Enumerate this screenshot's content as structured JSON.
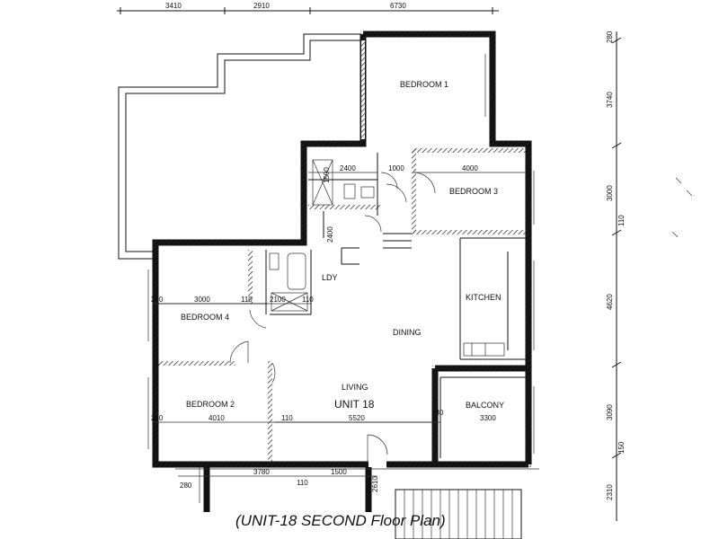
{
  "caption": "(UNIT-18 SECOND Floor Plan)",
  "unit_label": "UNIT 18",
  "rooms": {
    "bedroom1": "BEDROOM 1",
    "bedroom2": "BEDROOM 2",
    "bedroom3": "BEDROOM 3",
    "bedroom4": "BEDROOM 4",
    "kitchen": "KITCHEN",
    "dining": "DINING",
    "living": "LIVING",
    "balcony": "BALCONY",
    "laundry": "LDY"
  },
  "dims_top": [
    "3410",
    "2910",
    "6730"
  ],
  "dims_right": [
    "280",
    "3740",
    "3000",
    "110",
    "4620",
    "3090",
    "150",
    "2310"
  ],
  "dims_interior": {
    "bath_w": "2400",
    "bath_h": "1500",
    "ens_w": "1000",
    "bed3_w": "4000",
    "hall_h": "2400",
    "bed4_left": "280",
    "bed4_w": "3000",
    "wall_a": "110",
    "ldy_w": "2100",
    "wall_b": "110",
    "bed2_left": "280",
    "bed2_w": "4010",
    "wall_c": "110",
    "living_w": "5520",
    "wall_d": "280",
    "balc_w": "3300",
    "bot_left": "280",
    "bot_a": "3780",
    "bot_wall": "110",
    "bot_b": "1500",
    "bot_v": "2610"
  }
}
